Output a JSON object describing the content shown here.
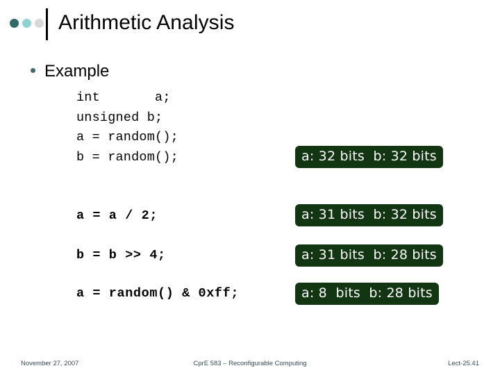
{
  "slide": {
    "title": "Arithmetic Analysis",
    "decor_dot_colors": [
      "#2f6b6b",
      "#8fd2d2",
      "#d8d8d8"
    ],
    "rule_color": "#000000"
  },
  "body": {
    "bullet": {
      "marker": "bullet-dot",
      "label": "Example"
    },
    "code_declarations": "int       a;\nunsigned b;\na = random();\nb = random();",
    "statements": [
      {
        "text": "a = a / 2;"
      },
      {
        "text": "b = b >> 4;"
      },
      {
        "text": "a = random() & 0xff;"
      }
    ],
    "annotations": [
      {
        "text": "a: 32 bits  b: 32 bits",
        "bg": "#123512",
        "fg": "#ffffff"
      },
      {
        "text": "a: 31 bits  b: 32 bits",
        "bg": "#123512",
        "fg": "#ffffff"
      },
      {
        "text": "a: 31 bits  b: 28 bits",
        "bg": "#123512",
        "fg": "#ffffff"
      },
      {
        "text": "a: 8  bits  b: 28 bits",
        "bg": "#123512",
        "fg": "#ffffff"
      }
    ]
  },
  "footer": {
    "date": "November 27, 2007",
    "course": "CprE 583 – Reconfigurable Computing",
    "lecture": "Lect-25.41"
  }
}
